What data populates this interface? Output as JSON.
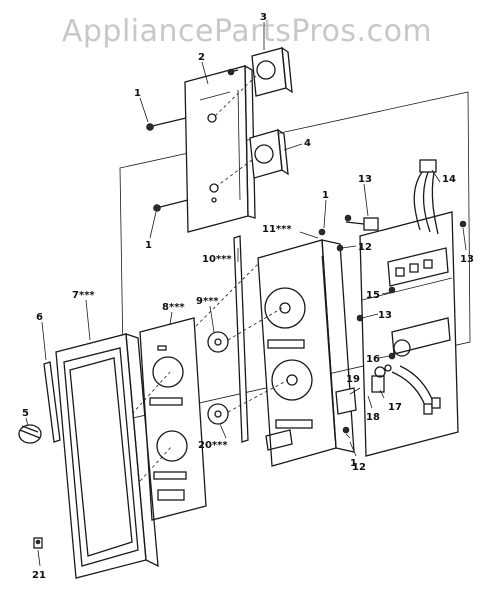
{
  "watermark": "AppliancePartsPros.com",
  "labels": {
    "p1a": "1",
    "p1b": "1",
    "p1c": "1",
    "p1d": "1",
    "p2": "2",
    "p3": "3",
    "p4": "4",
    "p5": "5",
    "p6": "6",
    "p7": "7***",
    "p8": "8***",
    "p9": "9***",
    "p10": "10***",
    "p11": "11***",
    "p12a": "12",
    "p12b": "12",
    "p13a": "13",
    "p13b": "13",
    "p13c": "13",
    "p14": "14",
    "p15": "15",
    "p16": "16",
    "p17": "17",
    "p18": "18",
    "p19": "19",
    "p20": "20***",
    "p21": "21"
  }
}
